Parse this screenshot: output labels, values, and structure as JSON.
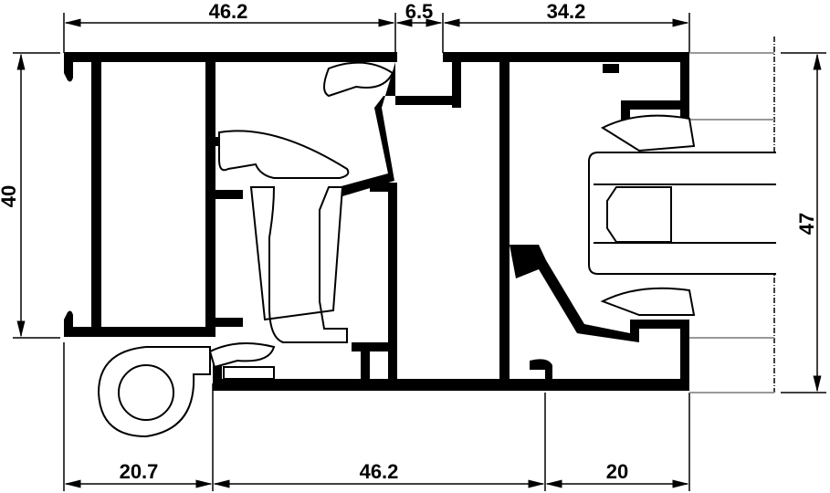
{
  "drawing": {
    "subject": "window-profile-cross-section",
    "colors": {
      "ink": "#000000",
      "background": "#ffffff",
      "reference_line": "#999999"
    },
    "dimensions_top": [
      "46.2",
      "6.5",
      "34.2"
    ],
    "dimensions_bottom": [
      "20.7",
      "46.2",
      "20"
    ],
    "dimension_left": "40",
    "dimension_right": "47"
  }
}
